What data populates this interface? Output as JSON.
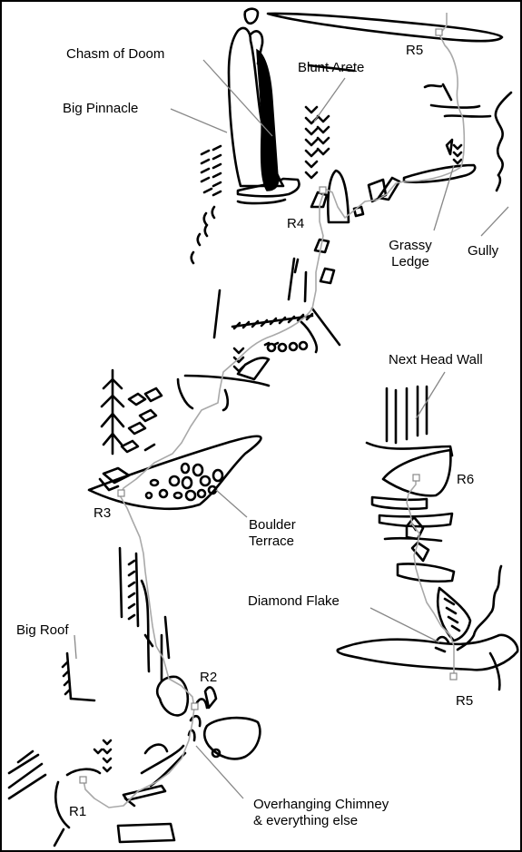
{
  "labels": {
    "chasm_of_doom": "Chasm of Doom",
    "big_pinnacle": "Big Pinnacle",
    "blunt_arete": "Blunt Arete",
    "r5_top": "R5",
    "r4": "R4",
    "grassy_ledge_line1": "Grassy",
    "grassy_ledge_line2": "Ledge",
    "gully": "Gully",
    "next_head_wall": "Next Head Wall",
    "r6": "R6",
    "r3": "R3",
    "boulder_terrace_line1": "Boulder",
    "boulder_terrace_line2": "Terrace",
    "diamond_flake": "Diamond Flake",
    "r5_bottom": "R5",
    "big_roof": "Big Roof",
    "r2": "R2",
    "overhanging_chimney_line1": "Overhanging Chimney",
    "overhanging_chimney_line2": "& everything else",
    "r1": "R1"
  },
  "colors": {
    "ink": "#000000",
    "route_line": "#a9a9a9",
    "leader_line": "#888888",
    "background": "#ffffff"
  }
}
